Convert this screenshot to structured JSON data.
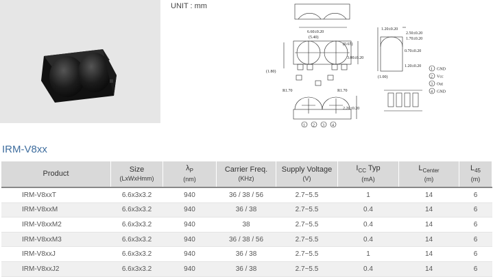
{
  "unit_label": "UNIT : mm",
  "section_title": "IRM-V8xx",
  "drawing": {
    "dim_660": "6.60±0.20",
    "dim_540": "(5.40)",
    "dim_065": "(0.65)",
    "dim_300": "3.00±0.20",
    "dim_180": "(1.80)",
    "dim_r170a": "R1.70",
    "dim_r170b": "R1.70",
    "dim_220": "2.20±0.20",
    "dim_120a": "1.20±0.20",
    "dim_250": "2.50±0.20",
    "dim_170": "1.70±0.20",
    "dim_070": "0.70±0.20",
    "dim_120b": "1.20±0.20",
    "dim_100": "(1.00)",
    "pin_legend": [
      {
        "num": "1",
        "label": "GND"
      },
      {
        "num": "2",
        "label": "Vcc"
      },
      {
        "num": "3",
        "label": "Out"
      },
      {
        "num": "4",
        "label": "GND"
      }
    ],
    "pin_numbers": [
      "1",
      "2",
      "3",
      "4"
    ]
  },
  "table": {
    "headers": [
      {
        "main": "Product",
        "sub": ""
      },
      {
        "main": "Size",
        "sub": "(LxWxHmm)"
      },
      {
        "sym": "λ",
        "subscript": "P",
        "sub": "(nm)"
      },
      {
        "main": "Carrier Freq.",
        "sub": "(KHz)"
      },
      {
        "main": "Supply Voltage",
        "sub": "(V)"
      },
      {
        "sym": "I",
        "subscript": "CC",
        "suffix": " Typ",
        "sub": "(mA)"
      },
      {
        "sym": "L",
        "subscript": "Center",
        "sub": "(m)"
      },
      {
        "sym": "L",
        "subscript": "45",
        "sub": "(m)"
      }
    ],
    "rows": [
      [
        "IRM-V8xxT",
        "6.6x3x3.2",
        "940",
        "36 / 38 / 56",
        "2.7~5.5",
        "1",
        "14",
        "6"
      ],
      [
        "IRM-V8xxM",
        "6.6x3x3.2",
        "940",
        "36 / 38",
        "2.7~5.5",
        "0.4",
        "14",
        "6"
      ],
      [
        "IRM-V8xxM2",
        "6.6x3x3.2",
        "940",
        "38",
        "2.7~5.5",
        "0.4",
        "14",
        "6"
      ],
      [
        "IRM-V8xxM3",
        "6.6x3x3.2",
        "940",
        "36 / 38 / 56",
        "2.7~5.5",
        "0.4",
        "14",
        "6"
      ],
      [
        "IRM-V8xxJ",
        "6.6x3x3.2",
        "940",
        "36 / 38",
        "2.7~5.5",
        "1",
        "14",
        "6"
      ],
      [
        "IRM-V8xxJ2",
        "6.6x3x3.2",
        "940",
        "36 / 38",
        "2.7~5.5",
        "0.4",
        "14",
        "6"
      ]
    ]
  }
}
